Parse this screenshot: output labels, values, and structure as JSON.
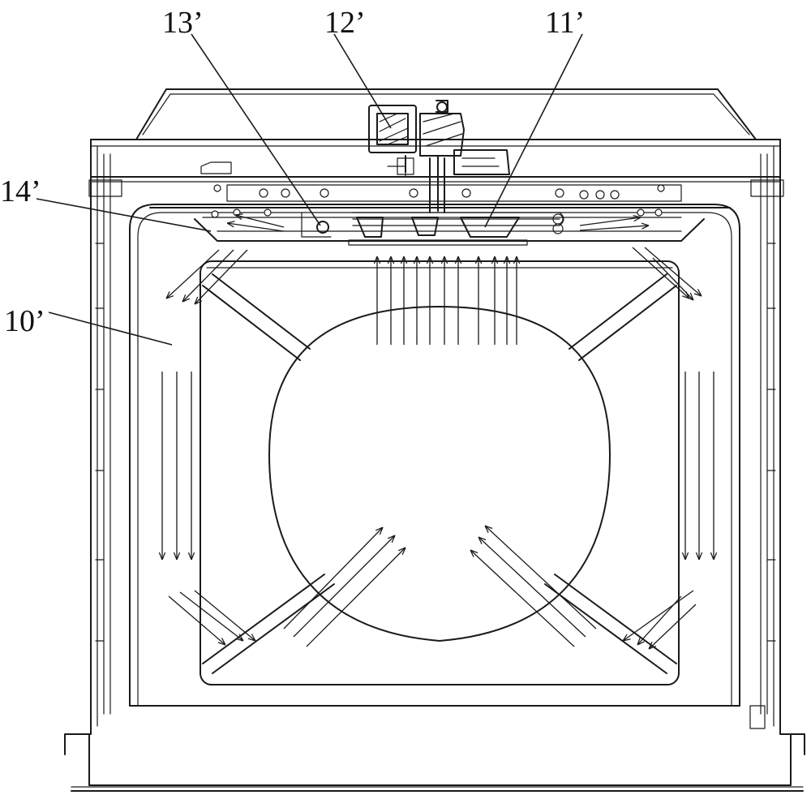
{
  "labels": {
    "l13": "13’",
    "l12": "12’",
    "l11": "11’",
    "l14": "14’",
    "l10": "10’"
  },
  "arrows_icon": "airflow-arrow-icon"
}
